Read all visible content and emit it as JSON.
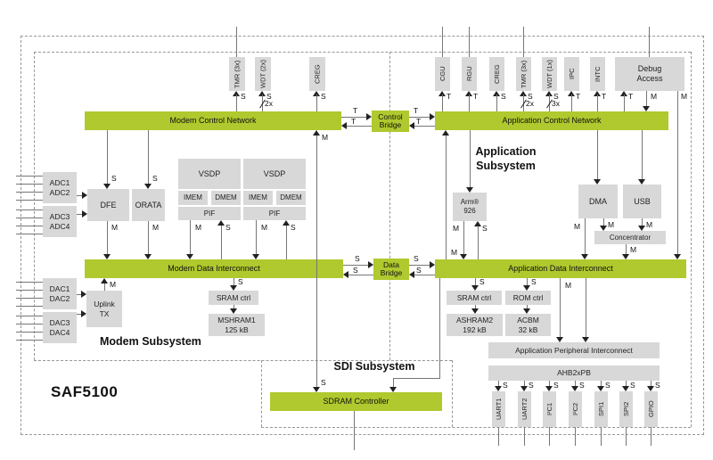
{
  "chip": {
    "name": "SAF5100"
  },
  "ports": {
    "s": "S",
    "m": "M",
    "t": "T",
    "x2": "2x",
    "x3": "3x"
  },
  "colors": {
    "accent_green": "#afc92e",
    "block_gray": "#d8d8d8"
  },
  "modem": {
    "label": "Modem Subsystem",
    "control_network": "Modem Control Network",
    "data_interconnect": "Modem Data Interconnect",
    "tmr": "TMR (3x)",
    "wdt": "WDT (2x)",
    "creg": "CREG",
    "adc12": "ADC1\nADC2",
    "adc34": "ADC3\nADC4",
    "dac12": "DAC1\nDAC2",
    "dac34": "DAC3\nDAC4",
    "dfe": "DFE",
    "orata": "ORATA",
    "vsdp": "VSDP",
    "imem": "IMEM",
    "dmem": "DMEM",
    "pif": "PIF",
    "uplink": "Uplink\nTX",
    "sram_ctrl": "SRAM ctrl",
    "mshram1": "MSHRAM1\n125 kB"
  },
  "bridges": {
    "control": "Control\nBridge",
    "data": "Data\nBridge"
  },
  "app": {
    "label": "Application\nSubsystem",
    "control_network": "Application Control Network",
    "data_interconnect": "Application Data Interconnect",
    "cgu": "CGU",
    "rgu": "RGU",
    "creg": "CREG",
    "tmr": "TMR (3x)",
    "wdt": "WDT (1x)",
    "ipc": "IPC",
    "intc": "INTC",
    "debug": "Debug\nAccess",
    "arm": "Arm®\n926",
    "dma": "DMA",
    "usb": "USB",
    "concentrator": "Concentrator",
    "sram_ctrl": "SRAM ctrl",
    "rom_ctrl": "ROM ctrl",
    "ashram2": "ASHRAM2\n192 kB",
    "acbm": "ACBM\n32 kB",
    "periph_interconnect": "Application Peripheral Interconnect",
    "ahb": "AHB2xPB",
    "peripherals": [
      "UART1",
      "UART2",
      "I²C1",
      "I²C2",
      "SPI1",
      "SPI2",
      "GPIO"
    ]
  },
  "sdi": {
    "label": "SDI Subsystem",
    "sdram": "SDRAM Controller"
  }
}
